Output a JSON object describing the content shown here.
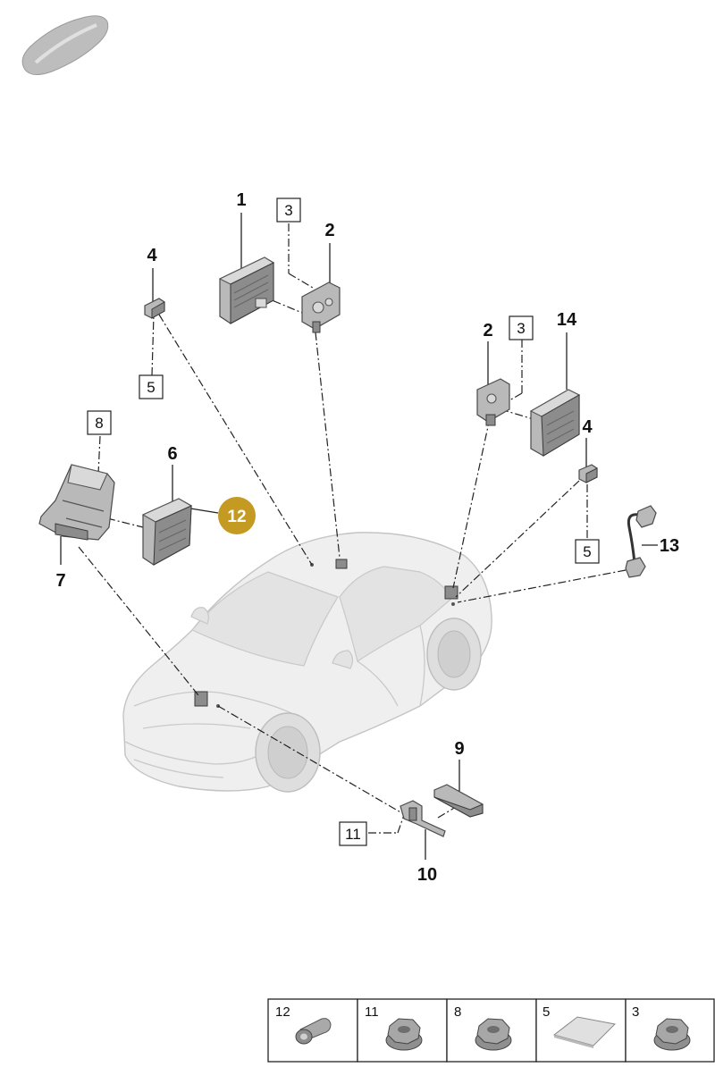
{
  "callouts": {
    "c1": "1",
    "c2a": "2",
    "c2b": "2",
    "c4a": "4",
    "c4b": "4",
    "c6": "6",
    "c7": "7",
    "c9": "9",
    "c10": "10",
    "c13": "13",
    "c14": "14"
  },
  "ref_boxes": {
    "r3a": "3",
    "r3b": "3",
    "r5a": "5",
    "r5b": "5",
    "r8": "8",
    "r11": "11"
  },
  "highlight": {
    "label": "12",
    "color": "#c49a22"
  },
  "legend": [
    {
      "number": "12",
      "icon": "bolt-icon"
    },
    {
      "number": "11",
      "icon": "flange-nut-icon"
    },
    {
      "number": "8",
      "icon": "flange-nut-icon"
    },
    {
      "number": "5",
      "icon": "adhesive-pad-icon"
    },
    {
      "number": "3",
      "icon": "flange-nut-icon"
    }
  ],
  "colors": {
    "part": "#b9b9b9",
    "car_body": "#efefef",
    "line": "#222222"
  }
}
